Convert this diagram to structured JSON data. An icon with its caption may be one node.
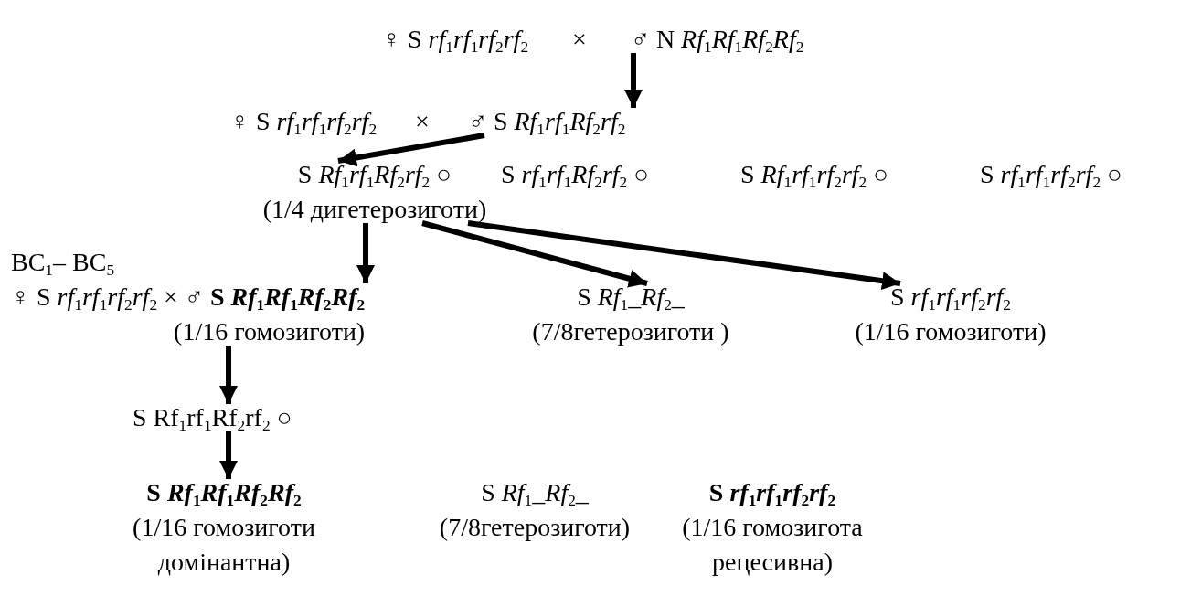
{
  "diagram": {
    "nodes": [
      {
        "text": [
          "♀ S *rf*$_{1}$*rf*$_{1}$*rf*$_{2}$*rf*$_{2}$",
          "×",
          "♂ N *Rf*$_{1}$*Rf*$_{1}$*Rf*$_{2}$*Rf*$_{2}$"
        ]
      },
      {
        "text": [
          "♀ S *rf*$_{1}$*rf*$_{1}$*rf*$_{2}$*rf*$_{2}$",
          "×",
          "♂ S *Rf*$_{1}$*rf*$_{1}$*Rf*$_{2}$*rf*$_{2}$"
        ]
      },
      {
        "text": [
          "S *Rf*$_{1}$*rf*$_{1}$*Rf*$_{2}$*rf*$_{2}$ ○",
          "(1/4 дигетерозиготи)"
        ]
      },
      {
        "text": [
          "S *rf*$_{1}$*rf*$_{1}$*Rf*$_{2}$*rf*$_{2}$ ○"
        ]
      },
      {
        "text": [
          "S *Rf*$_{1}$*rf*$_{1}$*rf*$_{2}$*rf*$_{2}$ ○"
        ]
      },
      {
        "text": [
          "S *rf*$_{1}$*rf*$_{1}$*rf*$_{2}$*rf*$_{2}$ ○"
        ]
      },
      {
        "text": [
          "♀  S *rf*$_{1}$*rf*$_{1}$*rf*$_{2}$*rf*$_{2}$ × ♂ **S *Rf*$_{1}$*Rf*$_{1}$*Rf*$_{2}$*Rf*$_{2}$**",
          "(1/16 гомозиготи)"
        ]
      },
      {
        "text": [
          "S *Rf*$_{1}$*_Rf*$_{2}$*_*",
          "(7/8гетерозиготи )"
        ]
      },
      {
        "text": [
          "S *rf*$_{1}$*rf*$_{1}$*rf*$_{2}$*rf*$_{2}$",
          "(1/16 гомозиготи)"
        ]
      },
      {
        "text": [
          "S Rf$_{1}$rf$_{1}$Rf$_{2}$rf$_{2}$ ○"
        ]
      },
      {
        "text": [
          "S *Rf*$_{1}$*Rf*$_{1}$*Rf*$_{2}$*Rf*$_{2}$",
          "(1/16 гомозиготи домінантна)"
        ]
      },
      {
        "text": [
          "S *Rf*$_{1}$*_Rf*$_{2}$*_*",
          "(7/8гетерозиготи)"
        ]
      },
      {
        "text": [
          "S  *rf*$_{1}$*rf*$_{1}$*rf*$_{2}$*rf*$_{2}$",
          "(1/16 гомозигота рецесивна)"
        ]
      }
    ],
    "edges": [
      {
        "from": 0,
        "to": 1,
        "arrow": "to"
      },
      {
        "from": 1,
        "to": 2,
        "arrow": "to"
      },
      {
        "from": 2,
        "to": 6,
        "arrow": "to"
      },
      {
        "from": 2,
        "to": 7,
        "arrow": "to"
      },
      {
        "from": 2,
        "to": 8,
        "arrow": "to"
      },
      {
        "from": 6,
        "to": 9,
        "arrow": "to"
      },
      {
        "from": 9,
        "to": 10,
        "arrow": "to"
      }
    ],
    "labels": [
      "BC$_{1}$– BC$_{5}$"
    ]
  }
}
